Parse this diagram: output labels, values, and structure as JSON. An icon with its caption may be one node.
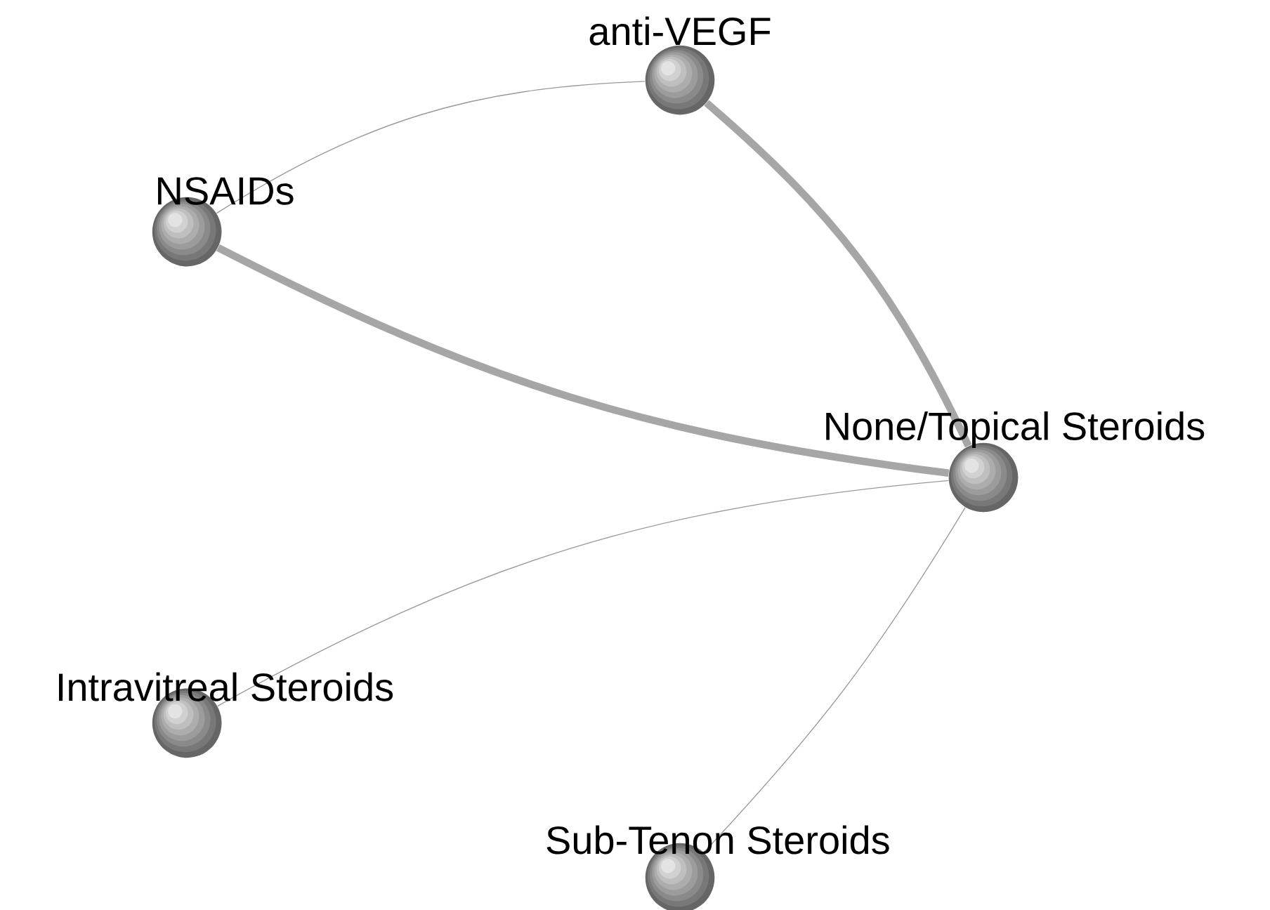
{
  "diagram": {
    "nodes": [
      {
        "text": [
          "anti-VEGF"
        ]
      },
      {
        "text": [
          "NSAIDs"
        ]
      },
      {
        "text": [
          "None/Topical Steroids"
        ]
      },
      {
        "text": [
          "Intravitreal Steroids"
        ]
      },
      {
        "text": [
          "Sub-Tenon Steroids"
        ]
      }
    ],
    "edges": [
      {
        "from": 1,
        "to": 0,
        "arrow": "none"
      },
      {
        "from": 0,
        "to": 2,
        "arrow": "none",
        "style": "thick"
      },
      {
        "from": 1,
        "to": 2,
        "arrow": "none",
        "style": "thick"
      },
      {
        "from": 3,
        "to": 2,
        "arrow": "none"
      },
      {
        "from": 4,
        "to": 2,
        "arrow": "none"
      }
    ]
  }
}
